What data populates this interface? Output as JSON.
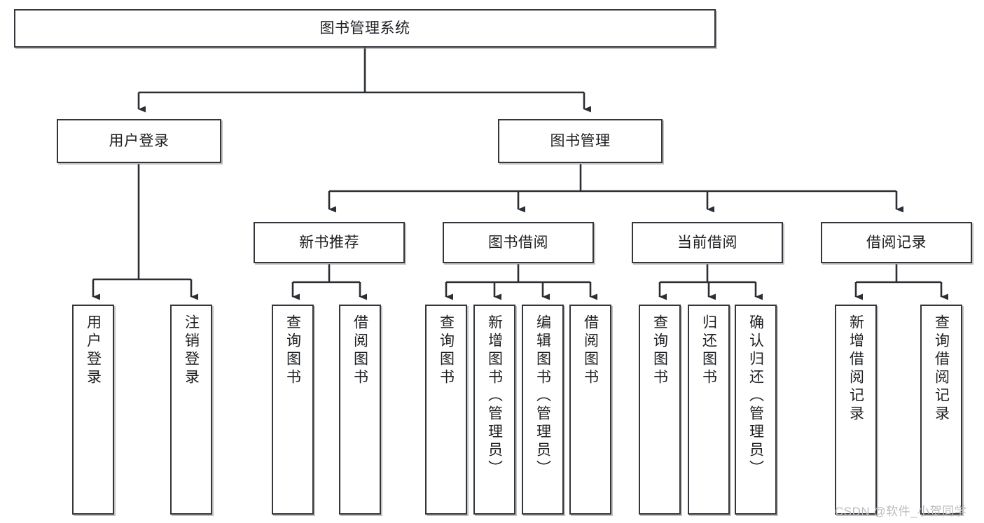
{
  "diagram": {
    "title": "图书管理系统",
    "type": "tree-hierarchy",
    "root": {
      "label": "图书管理系统"
    },
    "level2": [
      {
        "label": "用户登录"
      },
      {
        "label": "图书管理"
      }
    ],
    "level3": [
      {
        "label": "新书推荐"
      },
      {
        "label": "图书借阅"
      },
      {
        "label": "当前借阅"
      },
      {
        "label": "借阅记录"
      }
    ],
    "leaves": {
      "user_login": [
        {
          "label": "用户登录"
        },
        {
          "label": "注销登录"
        }
      ],
      "new_book_recommend": [
        {
          "label": "查询图书"
        },
        {
          "label": "借阅图书"
        }
      ],
      "book_borrow": [
        {
          "label": "查询图书"
        },
        {
          "label": "新增图书（管理员）"
        },
        {
          "label": "编辑图书（管理员）"
        },
        {
          "label": "借阅图书"
        }
      ],
      "current_borrow": [
        {
          "label": "查询图书"
        },
        {
          "label": "归还图书"
        },
        {
          "label": "确认归还（管理员）"
        }
      ],
      "borrow_record": [
        {
          "label": "新增借阅记录"
        },
        {
          "label": "查询借阅记录"
        }
      ]
    }
  },
  "watermark": {
    "text": "CSDN @软件_小贺同学"
  },
  "colors": {
    "border": "#33363b",
    "text": "#1d1f22",
    "background": "#ffffff",
    "watermark": "#b9bcc0"
  }
}
